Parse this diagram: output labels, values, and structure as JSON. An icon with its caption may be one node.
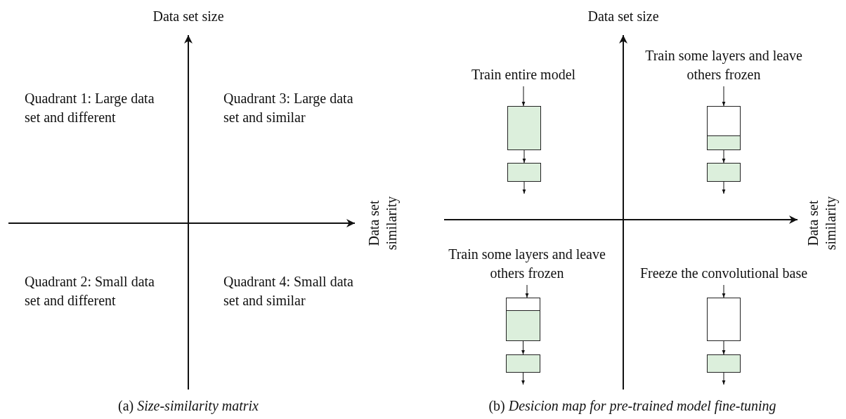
{
  "diagram": {
    "nodes": [
      {
        "text": [
          "Train entire model"
        ]
      },
      {
        "text": [],
        "shape": "box"
      },
      {
        "text": [],
        "shape": "box"
      },
      {
        "text": [
          "Train some layers and leave others frozen"
        ]
      },
      {
        "text": [],
        "shape": "box"
      },
      {
        "text": [],
        "shape": "box",
        "in": 4
      },
      {
        "text": [],
        "shape": "box"
      },
      {
        "text": [
          "Train some layers and leave others frozen"
        ]
      },
      {
        "text": [],
        "shape": "box"
      },
      {
        "text": [],
        "shape": "box",
        "in": 8
      },
      {
        "text": [],
        "shape": "box"
      },
      {
        "text": [
          "Freeze the convolutional base"
        ]
      },
      {
        "text": [],
        "shape": "box"
      },
      {
        "text": [],
        "shape": "box"
      }
    ],
    "edges": [
      {
        "from": 0,
        "to": 1,
        "arrow": "to"
      },
      {
        "from": 1,
        "to": 2,
        "arrow": "to"
      },
      {
        "from": 2,
        "to": null,
        "arrow": "to"
      },
      {
        "from": 3,
        "to": 4,
        "arrow": "to"
      },
      {
        "from": 4,
        "to": 6,
        "arrow": "to"
      },
      {
        "from": 6,
        "to": null,
        "arrow": "to"
      },
      {
        "from": 7,
        "to": 8,
        "arrow": "to"
      },
      {
        "from": 8,
        "to": 10,
        "arrow": "to"
      },
      {
        "from": 10,
        "to": null,
        "arrow": "to"
      },
      {
        "from": 11,
        "to": 12,
        "arrow": "to"
      },
      {
        "from": 12,
        "to": 13,
        "arrow": "to"
      },
      {
        "from": 13,
        "to": null,
        "arrow": "to"
      }
    ],
    "labels": [
      "Data set size",
      "Data set size",
      "Quadrant 1: Large data set and different",
      "Quadrant 3: Large data set and similar",
      "Data set similarity",
      "Data set similarity",
      "Quadrant 2: Small data set and different",
      "Quadrant 4: Small data set and similar",
      "(a) *Size-similarity matrix*",
      "(b) *Desicion map for pre-trained model fine-tuning*"
    ]
  }
}
